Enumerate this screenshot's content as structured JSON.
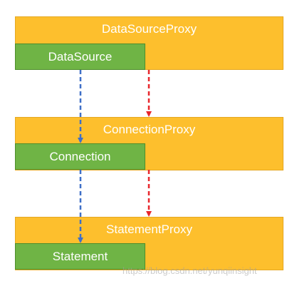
{
  "layers": [
    {
      "proxy_label": "DataSourceProxy",
      "inner_label": "DataSource"
    },
    {
      "proxy_label": "ConnectionProxy",
      "inner_label": "Connection"
    },
    {
      "proxy_label": "StatementProxy",
      "inner_label": "Statement"
    }
  ],
  "colors": {
    "proxy_fill": "#FDBF2D",
    "inner_fill": "#6FB445",
    "blue_arrow": "#3E6FC7",
    "red_arrow": "#E8262B"
  },
  "watermark": "https://blog.csdn.net/yunqiinsight"
}
